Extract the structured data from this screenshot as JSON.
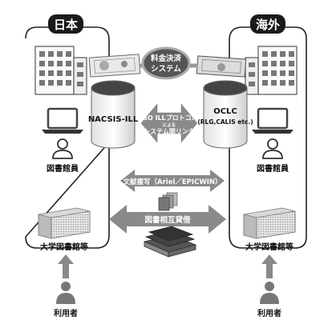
{
  "left_panel": {
    "title": "日本",
    "db_label": "NACSIS-ILL",
    "staff_label": "図書館員",
    "library_label": "大学図書館等",
    "user_label": "利用者"
  },
  "right_panel": {
    "title": "海外",
    "db_label_line1": "OCLC",
    "db_label_line2": "(RLG,CALIS etc.)",
    "staff_label": "図書館員",
    "library_label": "大学図書館等",
    "user_label": "利用者"
  },
  "payment": {
    "line1": "料金決済",
    "line2": "システム"
  },
  "links": {
    "iso_line1": "ISO ILLプロトコル",
    "iso_line2": "による",
    "iso_line3": "システム間リンク",
    "copy": "文献複写（Ariel／EPICWIN）",
    "loan": "図書相互貸借"
  },
  "colors": {
    "frame": "#222222",
    "arrow_gray": "#8a8a8a",
    "arrow_light": "#bdbdbd",
    "badge_bg": "#1a1a1a",
    "badge_text": "#ffffff"
  }
}
